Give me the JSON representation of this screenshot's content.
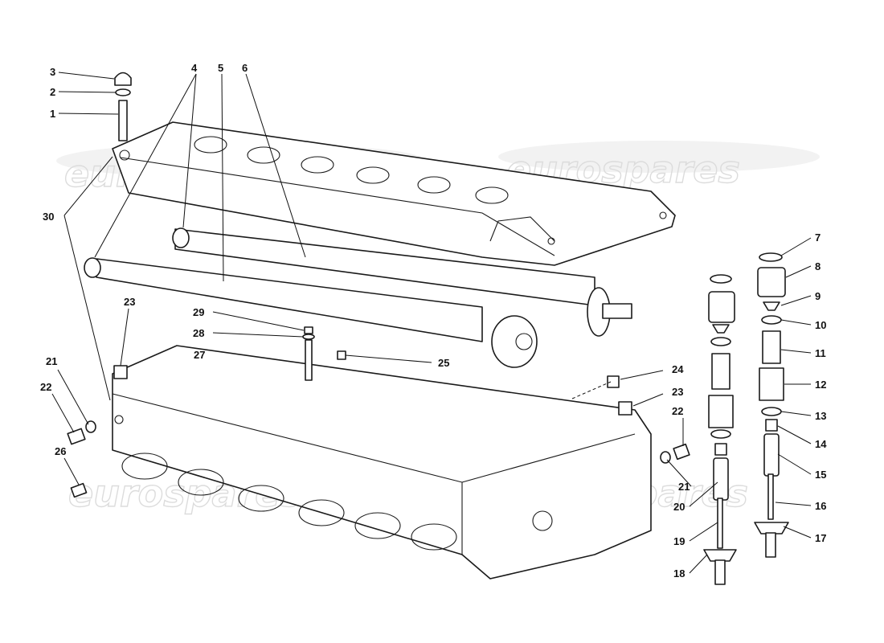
{
  "watermark": {
    "text": "eurospares",
    "color": "#dcdcdc"
  },
  "labels": [
    {
      "id": "p1",
      "text": "1"
    },
    {
      "id": "p2",
      "text": "2"
    },
    {
      "id": "p3",
      "text": "3"
    },
    {
      "id": "p4",
      "text": "4"
    },
    {
      "id": "p5",
      "text": "5"
    },
    {
      "id": "p6",
      "text": "6"
    },
    {
      "id": "p7",
      "text": "7"
    },
    {
      "id": "p8",
      "text": "8"
    },
    {
      "id": "p9",
      "text": "9"
    },
    {
      "id": "p10",
      "text": "10"
    },
    {
      "id": "p11",
      "text": "11"
    },
    {
      "id": "p12",
      "text": "12"
    },
    {
      "id": "p13",
      "text": "13"
    },
    {
      "id": "p14",
      "text": "14"
    },
    {
      "id": "p15",
      "text": "15"
    },
    {
      "id": "p16",
      "text": "16"
    },
    {
      "id": "p17",
      "text": "17"
    },
    {
      "id": "p18",
      "text": "18"
    },
    {
      "id": "p19",
      "text": "19"
    },
    {
      "id": "p20",
      "text": "20"
    },
    {
      "id": "p21a",
      "text": "21"
    },
    {
      "id": "p21b",
      "text": "21"
    },
    {
      "id": "p22a",
      "text": "22"
    },
    {
      "id": "p22b",
      "text": "22"
    },
    {
      "id": "p23a",
      "text": "23"
    },
    {
      "id": "p23b",
      "text": "23"
    },
    {
      "id": "p24",
      "text": "24"
    },
    {
      "id": "p25",
      "text": "25"
    },
    {
      "id": "p26",
      "text": "26"
    },
    {
      "id": "p27",
      "text": "27"
    },
    {
      "id": "p28",
      "text": "28"
    },
    {
      "id": "p29",
      "text": "29"
    },
    {
      "id": "p30",
      "text": "30"
    }
  ]
}
